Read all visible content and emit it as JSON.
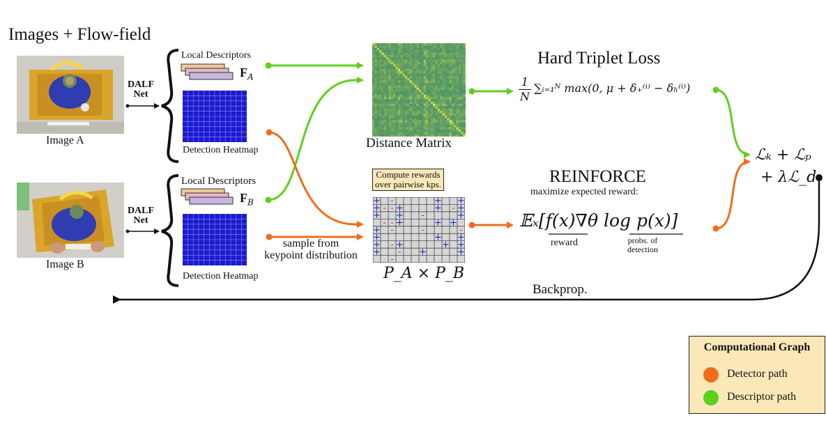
{
  "colors": {
    "detector_path": "#f06d1a",
    "descriptor_path": "#5fcf1f",
    "backprop": "#111111",
    "reward_box_fill": "#fbe8b8",
    "heatmap_blue": "#1a1ad0"
  },
  "header": {
    "title": "Images + Flow-field"
  },
  "inputs": {
    "image_a_label": "Image A",
    "image_b_label": "Image B",
    "net_label_line1": "DALF",
    "net_label_line2": "Net"
  },
  "branch_a": {
    "descriptors_label": "Local Descriptors",
    "feature_symbol": "F",
    "feature_subscript": "A",
    "heatmap_label": "Detection Heatmap"
  },
  "branch_b": {
    "descriptors_label": "Local Descriptors",
    "feature_symbol": "F",
    "feature_subscript": "B",
    "heatmap_label": "Detection Heatmap"
  },
  "distance_matrix": {
    "label": "Distance Matrix"
  },
  "sampling": {
    "line1": "sample from",
    "line2": "keypoint distribution"
  },
  "reward_grid": {
    "caption_line1": "Compute rewards",
    "caption_line2": "over pairwise kps.",
    "product_label": "P_A × P_B",
    "cells": [
      {
        "r": 0,
        "c": 0,
        "s": "+"
      },
      {
        "r": 0,
        "c": 2,
        "s": "-"
      },
      {
        "r": 0,
        "c": 8,
        "s": "+"
      },
      {
        "r": 0,
        "c": 11,
        "s": "+"
      },
      {
        "r": 1,
        "c": 0,
        "s": "+"
      },
      {
        "r": 1,
        "c": 1,
        "s": "-"
      },
      {
        "r": 1,
        "c": 2,
        "s": "-"
      },
      {
        "r": 1,
        "c": 3,
        "s": "+"
      },
      {
        "r": 1,
        "c": 8,
        "s": "+"
      },
      {
        "r": 1,
        "c": 10,
        "s": "-"
      },
      {
        "r": 1,
        "c": 11,
        "s": "+"
      },
      {
        "r": 2,
        "c": 0,
        "s": "+"
      },
      {
        "r": 2,
        "c": 3,
        "s": "+"
      },
      {
        "r": 2,
        "c": 6,
        "s": "-"
      },
      {
        "r": 2,
        "c": 11,
        "s": "+"
      },
      {
        "r": 3,
        "c": 1,
        "s": "-"
      },
      {
        "r": 3,
        "c": 2,
        "s": "-"
      },
      {
        "r": 3,
        "c": 3,
        "s": "+"
      },
      {
        "r": 3,
        "c": 8,
        "s": "+"
      },
      {
        "r": 3,
        "c": 10,
        "s": "+"
      },
      {
        "r": 4,
        "c": 0,
        "s": "+"
      },
      {
        "r": 4,
        "c": 2,
        "s": "-"
      },
      {
        "r": 4,
        "c": 6,
        "s": "-"
      },
      {
        "r": 4,
        "c": 11,
        "s": "-"
      },
      {
        "r": 5,
        "c": 0,
        "s": "+"
      },
      {
        "r": 5,
        "c": 8,
        "s": "+"
      },
      {
        "r": 5,
        "c": 11,
        "s": "+"
      },
      {
        "r": 6,
        "c": 0,
        "s": "+"
      },
      {
        "r": 6,
        "c": 2,
        "s": "-"
      },
      {
        "r": 6,
        "c": 3,
        "s": "+"
      },
      {
        "r": 6,
        "c": 9,
        "s": "+"
      },
      {
        "r": 6,
        "c": 11,
        "s": "+"
      },
      {
        "r": 7,
        "c": 0,
        "s": "+"
      },
      {
        "r": 7,
        "c": 3,
        "s": "-"
      },
      {
        "r": 7,
        "c": 6,
        "s": "+"
      },
      {
        "r": 7,
        "c": 11,
        "s": "+"
      },
      {
        "r": 8,
        "c": 2,
        "s": "-"
      }
    ]
  },
  "triplet_loss": {
    "title": "Hard Triplet Loss",
    "formula_fraction_num": "1",
    "formula_fraction_den": "N",
    "formula_body": "∑ᵢ₌₁ᴺ max(0, μ + δ₊⁽ⁱ⁾ − δₕ⁽ⁱ⁾)"
  },
  "reinforce": {
    "title": "REINFORCE",
    "subtitle": "maximize expected reward:",
    "formula": "𝔼ₓ[f(x)∇θ log p(x)]",
    "reward_label": "reward",
    "probs_label_line1": "probs. of",
    "probs_label_line2": "detection"
  },
  "total_loss": {
    "line1": "ℒₖ + ℒₚ",
    "line2": "+ λℒ_d"
  },
  "backprop": {
    "label": "Backprop."
  },
  "legend": {
    "title": "Computational Graph",
    "detector_label": "Detector path",
    "descriptor_label": "Descriptor path"
  }
}
